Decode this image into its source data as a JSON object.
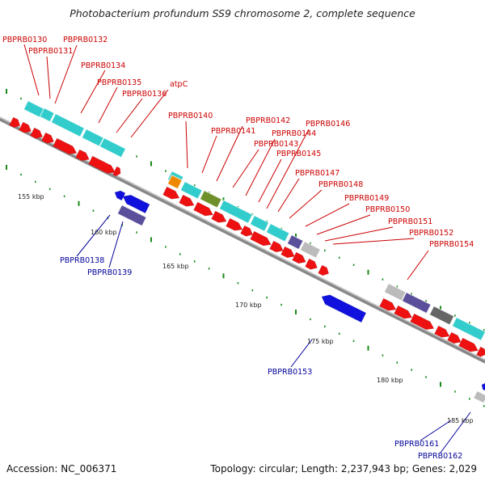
{
  "title": "Photobacterium profundum SS9 chromosome 2, complete sequence",
  "accession": "Accession: NC_006371",
  "topology": "Topology: circular; Length: 2,237,943 bp; Genes: 2,029",
  "colors": {
    "backbone": "#8a8a8a",
    "forward_gene": "#ee1111",
    "reverse_gene": "#1111dd",
    "cog_cyan": "#33cccc",
    "cog_olive": "#6f8f2a",
    "cog_orange": "#ee8800",
    "cog_purple": "#5a4f9a",
    "cog_gray": "#bbbbbb",
    "cog_darkgray": "#666666",
    "tick": "#1a8a1a",
    "top_label": "#cc0000",
    "bottom_label": "#000099"
  },
  "kbp_labels": [
    "155 kbp",
    "160 kbp",
    "165 kbp",
    "170 kbp",
    "175 kbp",
    "180 kbp",
    "185 kbp"
  ],
  "top_genes": [
    "PBPRB0130",
    "PBPRB0131",
    "PBPRB0132",
    "PBPRB0134",
    "PBPRB0135",
    "PBPRB0136",
    "atpC",
    "PBPRB0140",
    "PBPRB0141",
    "PBPRB0142",
    "PBPRB0143",
    "PBPRB0144",
    "PBPRB0145",
    "PBPRB0146",
    "PBPRB0147",
    "PBPRB0148",
    "PBPRB0149",
    "PBPRB0150",
    "PBPRB0151",
    "PBPRB0152",
    "PBPRB0154"
  ],
  "bottom_genes": [
    "PBPRB0138",
    "PBPRB0139",
    "PBPRB0153",
    "PBPRB0161",
    "PBPRB0162"
  ]
}
